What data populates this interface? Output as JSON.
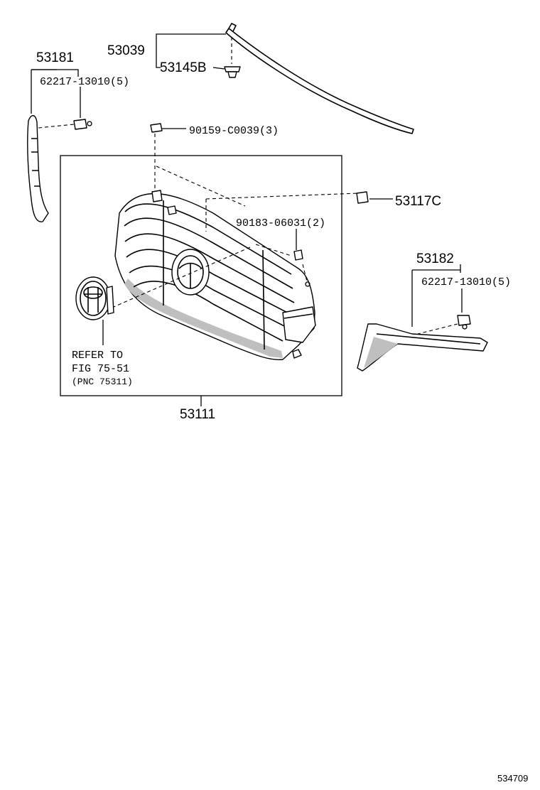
{
  "labels": {
    "p53039": "53039",
    "p53145b": "53145B",
    "p53181": "53181",
    "p62217_left": "62217-13010(5)",
    "p90159": "90159-C0039(3)",
    "p53117c": "53117C",
    "p90183": "90183-06031(2)",
    "p53182": "53182",
    "p62217_right": "62217-13010(5)",
    "refer_line1": "REFER TO",
    "refer_line2": "FIG 75-51",
    "refer_line3": "(PNC 75311)",
    "p53111": "53111",
    "diagram_id": "534709"
  }
}
